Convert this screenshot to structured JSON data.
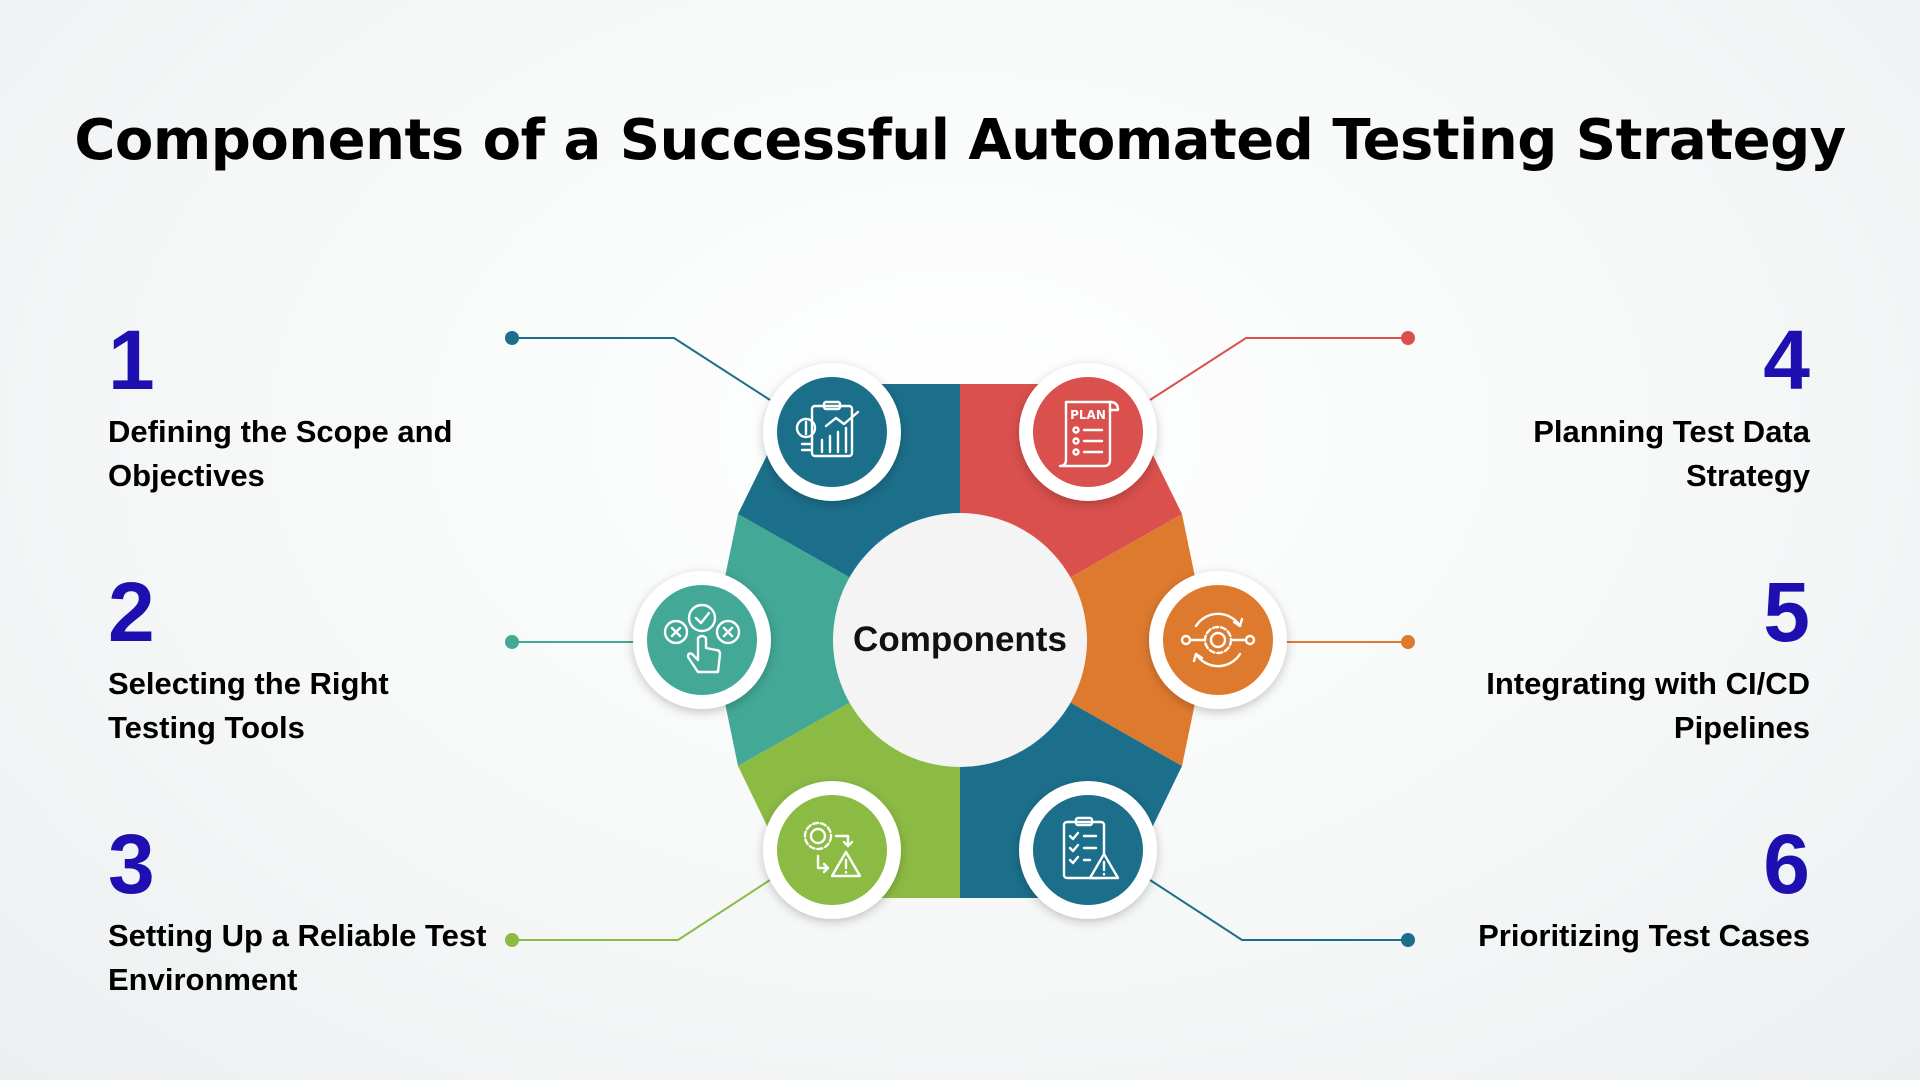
{
  "title": "Components of a Successful Automated Testing Strategy",
  "center_label": "Components",
  "items": [
    {
      "number": "1",
      "label": "Defining the Scope and\nObjectives",
      "icon": "financial-report-icon",
      "color": "#1c6f8a"
    },
    {
      "number": "2",
      "label": "Selecting the Right\nTesting Tools",
      "icon": "hand-select-icon",
      "color": "#43a896"
    },
    {
      "number": "3",
      "label": "Setting Up a Reliable Test\nEnvironment",
      "icon": "gear-warning-icon",
      "color": "#8cbb44"
    },
    {
      "number": "4",
      "label": "Planning Test Data\nStrategy",
      "icon": "plan-scroll-icon",
      "color": "#d9504c"
    },
    {
      "number": "5",
      "label": "Integrating with CI/CD\nPipelines",
      "icon": "gear-cycle-icon",
      "color": "#de7a2e"
    },
    {
      "number": "6",
      "label": "Prioritizing Test Cases",
      "icon": "checklist-warning-icon",
      "color": "#1c6f8a"
    }
  ],
  "icon_text": {
    "plan": "PLAN"
  }
}
